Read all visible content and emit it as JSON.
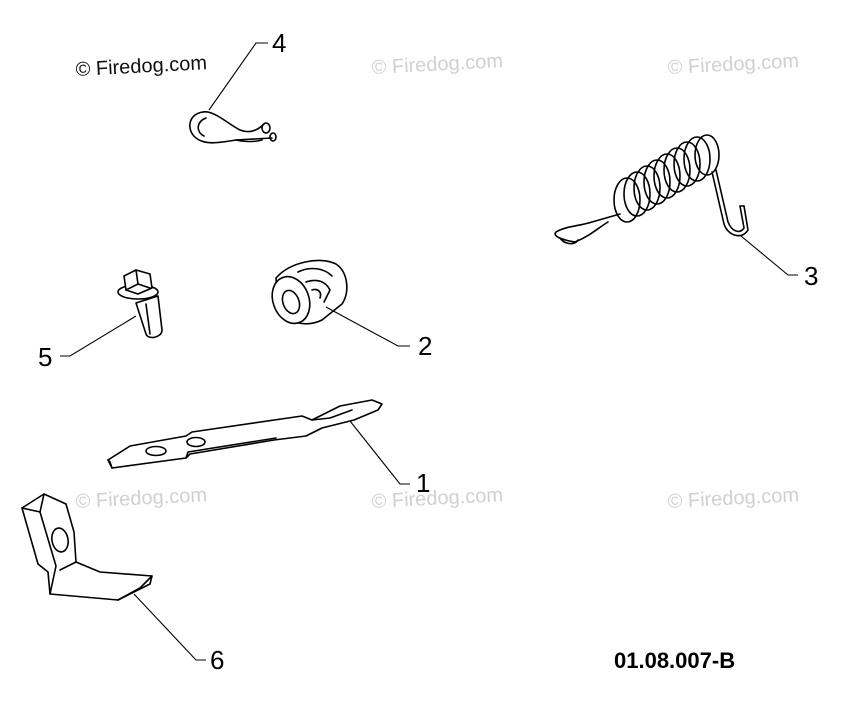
{
  "watermarks": [
    "© Firedog.com",
    "© Firedog.com",
    "© Firedog.com",
    "© Firedog.com",
    "© Firedog.com",
    "© Firedog.com"
  ],
  "callouts": {
    "part_1": "1",
    "part_2": "2",
    "part_3": "3",
    "part_4": "4",
    "part_5": "5",
    "part_6": "6"
  },
  "drawing_id": "01.08.007-B"
}
